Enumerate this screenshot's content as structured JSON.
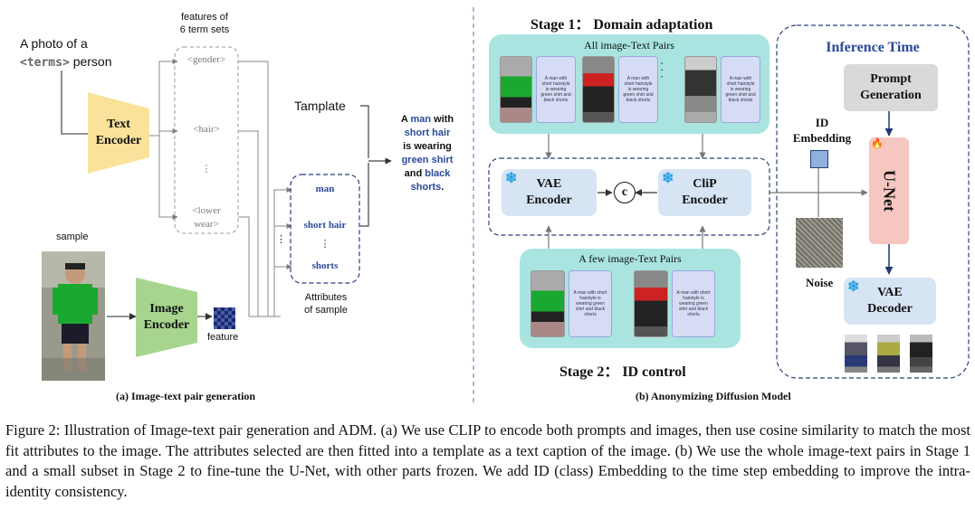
{
  "colors": {
    "teal": "#a9e4e0",
    "text_encoder": "#fbe29a",
    "image_encoder": "#a7d58e",
    "lightblue": "#d6e4f4",
    "unet": "#f6c6c0",
    "gray": "#d9d9d9",
    "accent_blue": "#2a4a9a",
    "dash_blue": "#2a3f7a",
    "snow": "#29a3e6"
  },
  "left": {
    "prompt": "A photo of a",
    "prompt_terms": "<terms>",
    "prompt_person": "person",
    "features_title_1": "features of",
    "features_title_2": "6 term sets",
    "terms": [
      "<gender>",
      "<hair>",
      "⋮",
      "<lower",
      "wear>"
    ],
    "text_encoder": [
      "Text",
      "Encoder"
    ],
    "image_encoder": [
      "Image",
      "Encoder"
    ],
    "sample_label": "sample",
    "feature_label": "feature",
    "template_label": "Tamplate",
    "attributes": [
      "man",
      "short hair",
      "⋮",
      "shorts"
    ],
    "attributes_caption_1": "Attributes",
    "attributes_caption_2": "of sample",
    "vdots": "⋮",
    "result": {
      "w1": "A",
      "man": "man",
      "w2": "with",
      "short_hair": "short hair",
      "w3": "is wearing",
      "green_shirt": "green shirt",
      "w4": "and",
      "black": "black",
      "shorts": "shorts",
      "period": "."
    },
    "caption": "(a) Image-text pair generation"
  },
  "right": {
    "stage1": "Stage 1： Domain adaptation",
    "all_pairs": "All image-Text Pairs",
    "few_pairs": "A few image-Text Pairs",
    "dots": "· · ·",
    "vae_encoder": [
      "VAE",
      "Encoder"
    ],
    "clip_encoder": [
      "CliP",
      "Encoder"
    ],
    "concat": "c",
    "stage2": "Stage 2： ID control",
    "inference": "Inference Time",
    "prompt_gen": [
      "Prompt",
      "Generation"
    ],
    "id_embedding": [
      "ID",
      "Embedding"
    ],
    "unet": "U-Net",
    "noise": "Noise",
    "vae_decoder": [
      "VAE",
      "Decoder"
    ],
    "snowflake": "❄",
    "fire": "🔥",
    "caption": "(b)  Anonymizing Diffusion Model",
    "card_texts": [
      "A man with short hairstyle is wearing green shirt and black shorts",
      "A man with short hairstyle is wearing green shirt and black shorts",
      "A man with short hairstyle is wearing green shirt and black shorts",
      "A man with short hairstyle is wearing green shirt and black shorts",
      "A man with short hairstyle is wearing green shirt and black shorts"
    ]
  },
  "figure_caption": "Figure 2: Illustration of Image-text pair generation and ADM. (a) We use CLIP to encode both prompts and images, then use cosine similarity to match the most fit attributes to the image. The attributes selected are then fitted into a template as a text caption of the image. (b) We use the whole image-text pairs in Stage 1 and a small subset in Stage 2 to fine-tune the U-Net, with other parts frozen. We add ID (class) Embedding to the time step embedding to improve the intra-identity consistency."
}
